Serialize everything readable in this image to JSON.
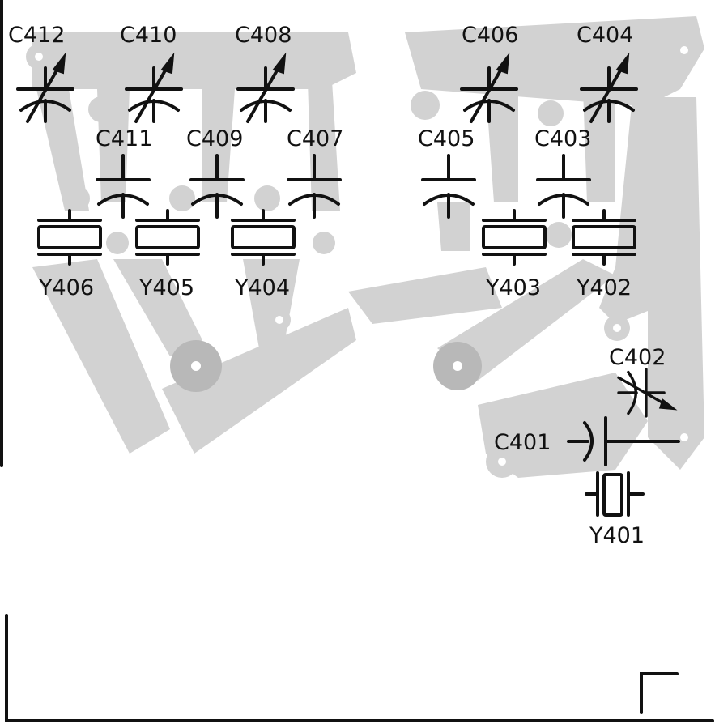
{
  "capacitors": {
    "c412": "C412",
    "c410": "C410",
    "c408": "C408",
    "c406": "C406",
    "c404": "C404",
    "c411": "C411",
    "c409": "C409",
    "c407": "C407",
    "c405": "C405",
    "c403": "C403",
    "c402": "C402",
    "c401": "C401"
  },
  "crystals": {
    "y406": "Y406",
    "y405": "Y405",
    "y404": "Y404",
    "y403": "Y403",
    "y402": "Y402",
    "y401": "Y401"
  },
  "colors": {
    "ink": "#111111",
    "copper": "#d2d2d2",
    "paper": "#ffffff"
  }
}
